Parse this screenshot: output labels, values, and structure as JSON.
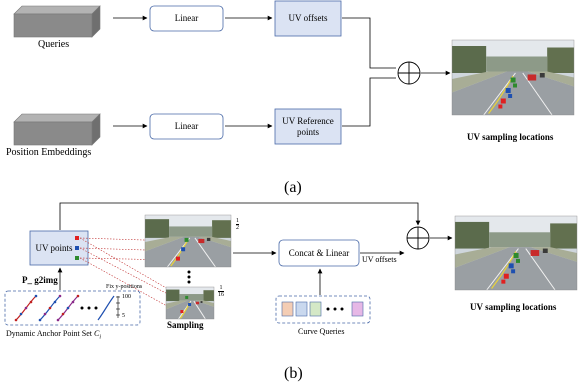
{
  "part_a": {
    "queries_label": "Queries",
    "pos_emb_label": "Position Embeddings",
    "linear_top": "Linear",
    "linear_bottom": "Linear",
    "uv_offsets": "UV offsets",
    "uv_ref_line1": "UV Reference",
    "uv_ref_line2": "points",
    "uv_sampling": "UV sampling locations",
    "caption": "(a)"
  },
  "part_b": {
    "uv_points": "UV points",
    "p_g2img": "P_ g2img",
    "fix_y": "Fix y-positions",
    "tick_100": "100",
    "tick_5": "5",
    "anchor_set": "Dynamic Anchor Point Set",
    "anchor_symbol": "C",
    "anchor_sub": "i",
    "frac_top_num": "1",
    "frac_top_den": "2",
    "frac_bot_num": "1",
    "frac_bot_den": "16",
    "sampling": "Sampling",
    "concat_linear": "Concat & Linear",
    "uv_offsets": "UV offsets",
    "curve_queries": "Curve Queries",
    "uv_sampling": "UV sampling locations",
    "caption": "(b)"
  },
  "colors": {
    "box_fill": "#dbe3f3",
    "box_stroke": "#4a6aa8",
    "grey_block": "#8a8a8a",
    "query_colors": [
      "#f4cdb4",
      "#c9d8ee",
      "#d4e8c6",
      "#cfe0f0",
      "#e6b8e6"
    ]
  }
}
